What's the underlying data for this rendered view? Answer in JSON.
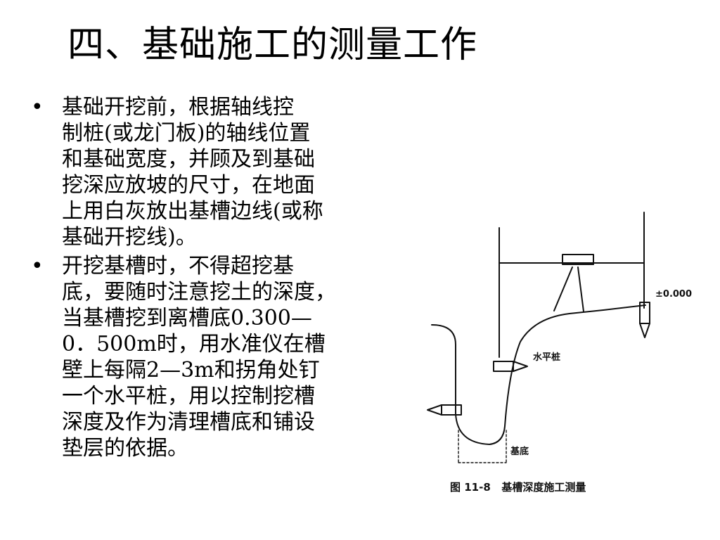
{
  "slide": {
    "title": "四、基础施工的测量工作",
    "bullet_symbol": "•",
    "bullets": [
      " 基础开挖前，根据轴线控\n制桩(或龙门板)的轴线位置\n和基础宽度，并顾及到基础\n挖深应放坡的尺寸，在地面\n上用白灰放出基槽边线(或称\n基础开挖线)。",
      " 开挖基槽时，不得超挖基\n底，要随时注意挖土的深度，\n当基槽挖到离槽底0.300—\n0．500m时，用水准仪在槽\n壁上每隔2—3m和拐角处钉\n一个水平桩，用以控制挖槽\n深度及作为清理槽底和铺设\n垫层的依据。"
    ]
  },
  "figure": {
    "label_elevation": "±0.000",
    "label_level_stake": "水平桩",
    "label_base": "基底",
    "caption": "图 11-8   基槽深度施工测量"
  }
}
